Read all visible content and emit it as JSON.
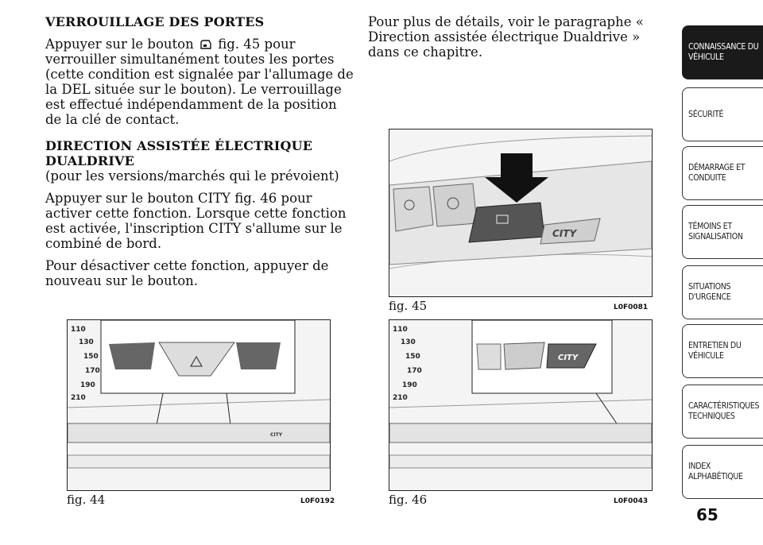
{
  "left": {
    "h1": "VERROUILLAGE DES PORTES",
    "p1a": "Appuyer sur le bouton",
    "p1b": "fig. 45 pour verrouiller simultanément toutes les portes (cette condition est signalée par l'allumage de la DEL située sur le bouton). Le verrouillage est effectué indépendamment de la position de la clé de contact.",
    "h2": "DIRECTION ASSISTÉE ÉLECTRIQUE DUALDRIVE",
    "p2": "(pour les versions/marchés qui le prévoient)",
    "p3": "Appuyer sur le bouton CITY fig. 46 pour activer cette fonction. Lorsque cette fonction est activée, l'inscription CITY s'allume sur le combiné de bord.",
    "p4": "Pour désactiver cette fonction, appuyer de nouveau sur le bouton."
  },
  "right": {
    "p1": "Pour plus de détails, voir le paragraphe « Direction assistée électrique Dualdrive » dans ce chapitre."
  },
  "figures": {
    "fig44": {
      "caption": "fig. 44",
      "code": "L0F0192"
    },
    "fig45": {
      "caption": "fig. 45",
      "code": "L0F0081"
    },
    "fig46": {
      "caption": "fig. 46",
      "code": "L0F0043"
    },
    "speed_labels": [
      "110",
      "130",
      "150",
      "170",
      "190",
      "210"
    ],
    "city_label": "CITY"
  },
  "tabs": [
    {
      "label": "CONNAISSANCE DU VÉHICULE",
      "active": true
    },
    {
      "label": "SÉCURITÉ",
      "active": false
    },
    {
      "label": "DÉMARRAGE ET CONDUITE",
      "active": false
    },
    {
      "label": "TÉMOINS ET SIGNALISATION",
      "active": false
    },
    {
      "label": "SITUATIONS D'URGENCE",
      "active": false
    },
    {
      "label": "ENTRETIEN DU VÉHICULE",
      "active": false
    },
    {
      "label": "CARACTÉRISTIQUES TECHNIQUES",
      "active": false
    },
    {
      "label": "INDEX ALPHABÉTIQUE",
      "active": false
    }
  ],
  "page_number": "65"
}
